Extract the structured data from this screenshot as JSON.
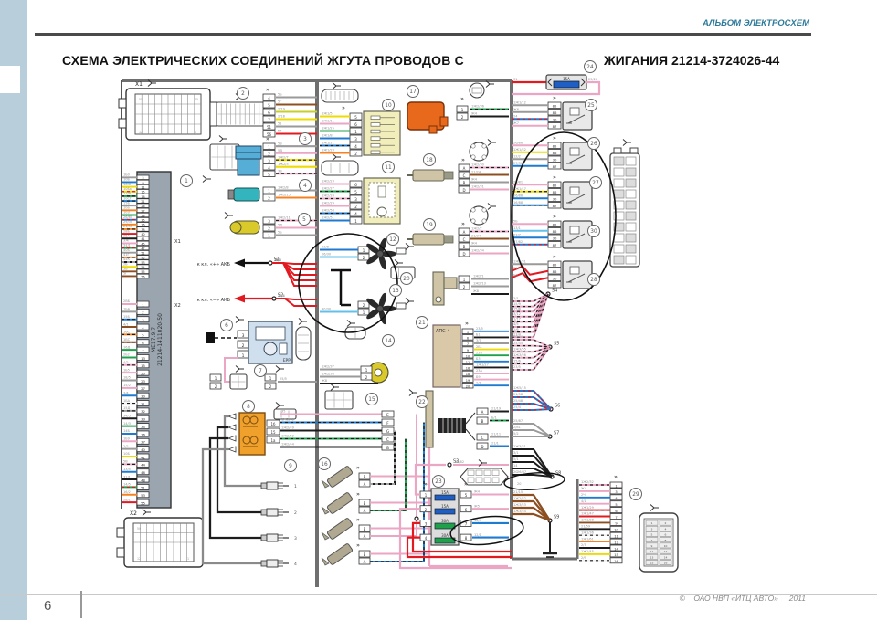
{
  "header": {
    "album_label": "АЛЬБОМ ЭЛЕКТРОСХЕМ"
  },
  "title": {
    "part1": "СХЕМА ЭЛЕКТРИЧЕСКИХ СОЕДИНЕНИЙ ЖГУТА ПРОВОДОВ С",
    "part2": "ЖИГАНИЯ 21214-3724026-44"
  },
  "footer": {
    "page_number": "6",
    "copyright": "©    ОАО НВП «ИТЦ АВТО»     2011"
  },
  "colors": {
    "trunk": "#6f6f6f",
    "pk": "#eba6c4",
    "rd": "#e11a22",
    "bl": "#1f7bd0",
    "lb": "#62c0ea",
    "gn": "#1fa14c",
    "ye": "#eedc00",
    "yg": "#c7cf2a",
    "or": "#f58220",
    "br": "#8c4f22",
    "gy": "#9a9a9a",
    "bk": "#1c1c1c",
    "wh": "#f2f2f2",
    "fuse_blue": "#1f5fc4",
    "fuse_green": "#1fa14c",
    "comp_yellow": "#f2eebc",
    "maf": "#56aed6",
    "teal": "#34b4bc",
    "sens_yellow": "#d9c92a",
    "coil": "#e8681c",
    "tan": "#cfc4a6",
    "aps": "#d9c9a8",
    "throttle": "#cfdfee",
    "relay": "#e9e9e9",
    "ecu": "#9aa5b0",
    "accent_blue": "#2d7a99",
    "sidebar": "#b9cedb"
  },
  "circled_ids": [
    "1",
    "2",
    "3",
    "4",
    "5",
    "6",
    "7",
    "8",
    "9",
    "10",
    "11",
    "12",
    "13",
    "14",
    "15",
    "16",
    "17",
    "18",
    "19",
    "20",
    "21",
    "22",
    "23",
    "24",
    "25",
    "26",
    "27",
    "28",
    "29",
    "30"
  ],
  "ecu": {
    "model": "МЕ17.9.7",
    "part": "21214-1411020-50",
    "icon_x1": "X1",
    "icon_x2": "X2",
    "bar_x1": "X1",
    "bar_x2": "X2",
    "x1_pins": [
      "5",
      "6",
      "11",
      "15",
      "16",
      "21",
      "26",
      "27",
      "28",
      "35",
      "36",
      "38",
      "40",
      "41",
      "45",
      "47",
      "51",
      "52",
      "53",
      "54",
      "55",
      "56"
    ],
    "x1_wires": [
      {
        "c": "gy",
        "t": "1Б0"
      },
      {
        "c": "bl",
        "t": "10Б"
      },
      {
        "c": "ye",
        "t": "10Ж"
      },
      {
        "c": "ye",
        "d": "rd",
        "t": "10Бк"
      },
      {
        "c": "gn",
        "d": "bk",
        "t": "2З/Ч"
      },
      {
        "c": "bl",
        "d": "bk",
        "t": "10СГ"
      },
      {
        "c": "gy",
        "t": "15Б"
      },
      {
        "c": "or",
        "t": "10а"
      },
      {
        "c": "gn",
        "t": "10З"
      },
      {
        "c": "bl",
        "d": "rd",
        "t": "26/60"
      },
      {
        "c": "or",
        "t": "29/30"
      },
      {
        "c": "or",
        "d": "bk",
        "t": "21/30"
      },
      {
        "c": "rd",
        "t": "28Б"
      },
      {
        "c": "bk",
        "t": "35А"
      },
      {
        "c": "pk",
        "t": "3Ж"
      },
      {
        "c": "gn",
        "d": "rd",
        "t": "34/1"
      },
      {
        "c": "gy",
        "t": "40Б"
      },
      {
        "c": "or",
        "d": "bk",
        "t": "41Г"
      },
      {
        "c": "bk",
        "d": "wh",
        "t": "45К"
      },
      {
        "c": "ye",
        "t": "2Б"
      },
      {
        "c": "br",
        "t": "5Б"
      },
      {
        "c": "br",
        "t": "5Г"
      }
    ],
    "x2_pins": [
      "1",
      "2",
      "3",
      "4",
      "5",
      "6",
      "7",
      "13",
      "15",
      "20",
      "23",
      "27",
      "30",
      "31",
      "32",
      "33",
      "35",
      "36",
      "37",
      "40",
      "41",
      "44",
      "46",
      "48",
      "51",
      "53",
      "55"
    ],
    "x2_wires": [
      {
        "c": "pk",
        "t": "2ВБ"
      },
      {
        "c": "gy",
        "t": "1БА"
      },
      {
        "c": "bl",
        "d": "bk",
        "t": "15Б"
      },
      {
        "c": "br",
        "t": "4/1"
      },
      {
        "c": "or",
        "d": "bk",
        "t": "16С"
      },
      {
        "c": "br",
        "d": "bk",
        "t": "1БС"
      },
      {
        "c": "gn",
        "t": "16Д"
      },
      {
        "c": "gn",
        "t": "2Б2"
      },
      {
        "c": "pk",
        "d": "bk",
        "t": "4/2"
      },
      {
        "c": "pk",
        "t": "1Б5"
      },
      {
        "c": "gy",
        "t": "18/5"
      },
      {
        "c": "pk",
        "t": "15/2"
      },
      {
        "c": "bl",
        "t": "3/4"
      },
      {
        "c": "wh",
        "d": "bk",
        "t": "1БА"
      },
      {
        "c": "gy",
        "d": "bk",
        "t": "15Д"
      },
      {
        "c": "bk",
        "t": "34/5"
      },
      {
        "c": "gn",
        "t": "14/3"
      },
      {
        "c": "bl",
        "t": "14Б"
      },
      {
        "c": "pk",
        "t": "1Б9"
      },
      {
        "c": "gy",
        "t": "2/2"
      },
      {
        "c": "ye",
        "t": "10Б"
      },
      {
        "c": "pk",
        "d": "bk",
        "t": "5В"
      },
      {
        "c": "bl",
        "t": "13/5"
      },
      {
        "c": "bk",
        "t": "31/1"
      },
      {
        "c": "gn",
        "d": "rd",
        "t": "14/5"
      },
      {
        "c": "or",
        "t": "16/2"
      },
      {
        "c": "rd",
        "t": "28/1"
      }
    ]
  },
  "battery": {
    "plus_label": "к кл. «+» АКБ",
    "minus_label": "к кл. «−» АКБ",
    "s1": "S1",
    "s2": "S2",
    "plus_wires": [
      {
        "c": "rd",
        "t": "22/8"
      },
      {
        "c": "rd",
        "t": "21/3"
      },
      {
        "c": "rd",
        "t": "24/2"
      },
      {
        "c": "rd",
        "t": "24/5"
      },
      {
        "c": "rd",
        "t": "26/3"
      }
    ],
    "minus_wires": [
      {
        "c": "rd",
        "t": "23/1"
      },
      {
        "c": "rd",
        "t": "23/4"
      }
    ]
  },
  "c2": {
    "pins": [
      "4",
      "5",
      "6",
      "7",
      "51",
      "56"
    ],
    "wires": [
      {
        "c": "gy",
        "t": "5Б"
      },
      {
        "c": "br",
        "t": "5Г"
      },
      {
        "c": "yg",
        "t": "2/19"
      },
      {
        "c": "ye",
        "t": "2/18"
      },
      {
        "c": "gy",
        "t": "51"
      },
      {
        "c": "rd",
        "t": "57"
      }
    ]
  },
  "c3": {
    "pins": [
      "1",
      "2",
      "3",
      "4",
      "5"
    ],
    "wires": [
      {
        "c": "gy",
        "t": "5В"
      },
      {
        "c": "pk",
        "t": "5Д"
      },
      {
        "c": "ye",
        "d": "bk",
        "t": "1Ж2/7"
      },
      {
        "c": "ye",
        "t": "1Ж2/3"
      },
      {
        "c": "pk",
        "d": "bk",
        "t": "3В"
      }
    ]
  },
  "c4": {
    "pins": [
      "1",
      "2"
    ],
    "wires": [
      {
        "c": "gy",
        "t": "1Ж2/8"
      },
      {
        "c": "or",
        "t": "1Ж2/15"
      }
    ]
  },
  "c5": {
    "pins": [
      "3",
      "2",
      "1"
    ],
    "wires": [
      {
        "c": "pk",
        "d": "bk",
        "t": "1Ж2/11"
      },
      {
        "c": "pk",
        "t": "5Д"
      },
      {
        "c": "gy",
        "t": "5Б"
      }
    ]
  },
  "c6": {
    "label": "ЕРР",
    "pins": [
      "3",
      "2",
      "1"
    ]
  },
  "c7": {
    "pins_a": [
      "1",
      "2"
    ],
    "pins_b": [
      "1",
      "2"
    ],
    "wire": {
      "c": "gy",
      "t": "25/5"
    }
  },
  "c8": {
    "pins": [
      "1б",
      "15",
      "1а"
    ],
    "bundle": [
      {
        "c": "pk",
        "t": "35"
      },
      {
        "c": "bl",
        "d": "bk",
        "t": "1Ж2/45"
      },
      {
        "c": "bk",
        "t": "1Ж2/49"
      },
      {
        "c": "gn",
        "d": "bk",
        "t": "1Ж2/52"
      },
      {
        "c": "bk",
        "t": "1Ж2/44"
      }
    ]
  },
  "c15": {
    "pins": [
      "E",
      "F",
      "G",
      "C",
      "B"
    ]
  },
  "spark": {
    "plugs": [
      "1",
      "2",
      "3",
      "4"
    ]
  },
  "c10": {
    "pins": [
      "5",
      "6",
      "1",
      "3",
      "4",
      "2"
    ],
    "wires": [
      {
        "c": "ye",
        "t": "1Ж1/5"
      },
      {
        "c": "pk",
        "t": "1Ж1/11"
      },
      {
        "c": "gn",
        "t": "1Ж1/25"
      },
      {
        "c": "bl",
        "t": "1Ж1/8"
      },
      {
        "c": "bl",
        "d": "bk",
        "t": "1Ж1/21"
      },
      {
        "c": "or",
        "t": "1Ж1/23"
      }
    ]
  },
  "c11": {
    "pins": [
      "6",
      "5",
      "3",
      "2",
      "4",
      "1"
    ],
    "wires": [
      {
        "c": "pk",
        "t": "1Ж2/23"
      },
      {
        "c": "gn",
        "d": "bk",
        "t": "1Ж2/27"
      },
      {
        "c": "pk",
        "d": "bk",
        "t": "1Ж2/26"
      },
      {
        "c": "pk",
        "t": "1Ж2/29"
      },
      {
        "c": "bl",
        "d": "bk",
        "t": "1Ж2/58"
      },
      {
        "c": "bl",
        "t": "1Ж2/51"
      }
    ]
  },
  "c12": {
    "pins1": [
      "1",
      "2"
    ],
    "pins2": [
      "2",
      "1"
    ],
    "wires1": [
      {
        "c": "bl",
        "t": "23/8"
      },
      {
        "c": "lb",
        "t": "26/30"
      }
    ],
    "wires2": [
      {
        "c": "lb",
        "t": "30/30"
      }
    ]
  },
  "c14": {
    "pins": [
      "1",
      "2"
    ],
    "wires": [
      {
        "c": "gy",
        "t": "1Ж2/37"
      },
      {
        "c": "gy",
        "t": "1Ж2/38"
      },
      {
        "c": "bk",
        "t": "Ж8"
      }
    ]
  },
  "c17": {
    "pins": [
      "1",
      "2"
    ],
    "wires": [
      {
        "c": "gn",
        "d": "bk",
        "t": "1Ж2/36"
      },
      {
        "c": "bk",
        "t": "Ж4"
      }
    ]
  },
  "c18": {
    "pins": [
      "A",
      "C",
      "B",
      "D"
    ],
    "wires": [
      {
        "c": "pk",
        "d": "bk",
        "t": "1Ж2/30"
      },
      {
        "c": "br",
        "t": "21/24"
      },
      {
        "c": "gy",
        "t": "Ж4"
      },
      {
        "c": "pk",
        "t": "1Ж2/31"
      }
    ]
  },
  "c19": {
    "pins": [
      "A",
      "C",
      "B",
      "D"
    ],
    "wires": [
      {
        "c": "pk",
        "d": "bk",
        "t": "1Ж2/2"
      },
      {
        "c": "br",
        "t": "21/34"
      },
      {
        "c": "gy",
        "t": "Ж4"
      },
      {
        "c": "pk",
        "t": "1Ж2/34"
      }
    ]
  },
  "c20": {
    "pins": [
      "1",
      "2"
    ],
    "wires": [
      {
        "c": "gy",
        "t": "1Ж2/1"
      },
      {
        "c": "gy",
        "t": "1Ж2/13"
      },
      {
        "c": "bk",
        "t": "Ж8"
      }
    ]
  },
  "c21": {
    "name": "АПС-4",
    "pins": [
      "1",
      "6",
      "7",
      "9",
      "10",
      "11",
      "16",
      "18",
      "19",
      "20"
    ],
    "wires": [
      {
        "c": "bl",
        "t": "23/5"
      },
      {
        "c": "bk",
        "t": "Б1"
      },
      {
        "c": "gy",
        "t": "3/7"
      },
      {
        "c": "ye",
        "t": "2Б1"
      },
      {
        "c": "gn",
        "t": "22Б"
      },
      {
        "c": "bl",
        "t": "Б3"
      },
      {
        "c": "bk",
        "t": "1Ж1/27"
      },
      {
        "c": "pk",
        "t": "23А"
      },
      {
        "c": "pk",
        "t": "Б9"
      },
      {
        "c": "bl",
        "t": "2/1"
      }
    ]
  },
  "c22": {
    "pins_ab": [
      "A",
      "B"
    ],
    "pins_cd": [
      "C",
      "D"
    ],
    "wires": [
      {
        "c": "bk",
        "t": "21/19"
      },
      {
        "c": "gn",
        "d": "bk",
        "t": "Б/1"
      },
      {
        "c": "gy",
        "t": "21/11"
      },
      {
        "c": "bl",
        "t": "21/1"
      }
    ]
  },
  "c16": {
    "pins": [
      "В",
      "А"
    ]
  },
  "fusebox": {
    "left_pins": [
      "1",
      "2",
      "3",
      "4"
    ],
    "right_pins": [
      "5",
      "6",
      "7",
      "8"
    ],
    "fuses": [
      {
        "r": "15А",
        "c": "fuse_blue"
      },
      {
        "r": "15А",
        "c": "fuse_blue"
      },
      {
        "r": "30А",
        "c": "fuse_green"
      },
      {
        "r": "30А",
        "c": "fuse_green"
      }
    ],
    "right_wires": [
      {
        "c": "pk",
        "t": "Ж4"
      },
      {
        "c": "pk",
        "t": "Ж5"
      },
      {
        "c": "bl",
        "t": "12/4"
      },
      {
        "c": "bl",
        "t": "12/1"
      }
    ],
    "s3": "S3",
    "s3_wire": {
      "c": "pk",
      "t": "26/82"
    }
  },
  "inline_fuse": {
    "rating": "15А",
    "wire_in": {
      "c": "rd",
      "t": "31"
    },
    "wire_out": {
      "c": "pk",
      "t": "25/26"
    }
  },
  "relays": {
    "pin_labels": [
      "85",
      "86",
      "30",
      "87"
    ],
    "items": [
      {
        "id": "25",
        "wires": [
          {
            "c": "gy",
            "t": "1Ж1/12"
          },
          {
            "c": "gy",
            "t": "Ж6"
          },
          {
            "c": "bl",
            "d": "rd",
            "t": "24"
          },
          {
            "c": "pk",
            "t": "Ж7"
          }
        ]
      },
      {
        "id": "26",
        "wires": [
          {
            "c": "pk",
            "t": "26/86"
          },
          {
            "c": "ye",
            "t": "1Ж1/52"
          },
          {
            "c": "gy",
            "t": "12/2"
          },
          {
            "c": "bl",
            "t": "27/30"
          }
        ]
      },
      {
        "id": "27",
        "wires": [
          {
            "c": "pk",
            "t": "26/81"
          },
          {
            "c": "ye",
            "d": "bk",
            "t": "1Ж1/47"
          },
          {
            "c": "bl",
            "t": "26/88"
          },
          {
            "c": "bl",
            "d": "bk",
            "t": "16/88"
          }
        ]
      },
      {
        "id": "30",
        "wires": [
          {
            "c": "pk",
            "t": "5Б"
          },
          {
            "c": "lb",
            "t": "13/1"
          },
          {
            "c": "bl",
            "t": "23/7"
          },
          {
            "c": "bl",
            "d": "rd",
            "t": "27/82"
          }
        ]
      },
      {
        "id": "28",
        "wires": [
          {
            "c": "gy",
            "t": "1Ж1/31"
          },
          {
            "c": "rd",
            "t": "Б1"
          },
          {
            "c": "rd",
            "t": "Б3"
          }
        ]
      }
    ]
  },
  "junctions": {
    "s4": {
      "id": "S4",
      "wires": [
        {
          "c": "pk",
          "d": "bk",
          "t": "3/1"
        },
        {
          "c": "pk",
          "d": "bk",
          "t": "15/9"
        },
        {
          "c": "pk",
          "d": "bk",
          "t": "15/8"
        },
        {
          "c": "pk",
          "d": "bk",
          "t": "3/12"
        },
        {
          "c": "pk",
          "d": "bk",
          "t": "1/17"
        },
        {
          "c": "pk",
          "d": "bk",
          "t": "4/5"
        },
        {
          "c": "pk",
          "d": "bk",
          "t": "2/6"
        },
        {
          "c": "pk",
          "d": "bk",
          "t": "23/4"
        }
      ]
    },
    "s5": {
      "id": "S5",
      "wires": [
        {
          "c": "pk",
          "d": "bk",
          "t": "30/80"
        },
        {
          "c": "pk",
          "d": "bk",
          "t": "25/45"
        },
        {
          "c": "pk",
          "d": "bk",
          "t": "1Ж3/55"
        },
        {
          "c": "pk",
          "d": "bk",
          "t": "1Ж3/56"
        },
        {
          "c": "pk",
          "d": "bk",
          "t": "15/6"
        },
        {
          "c": "pk",
          "d": "bk",
          "t": "23/5"
        }
      ]
    },
    "s6": {
      "id": "S6",
      "wires": [
        {
          "c": "bl",
          "d": "rd",
          "t": "1Ж5/15"
        },
        {
          "c": "bl",
          "d": "rd",
          "t": "21/58"
        },
        {
          "c": "bl",
          "d": "rd",
          "t": "25/48"
        },
        {
          "c": "bl",
          "d": "rd",
          "t": "25/4"
        }
      ]
    },
    "s7": {
      "id": "S7",
      "wires": [
        {
          "c": "gy",
          "t": "25/87"
        },
        {
          "c": "gy",
          "t": "2/81"
        },
        {
          "c": "gy",
          "t": "5/2"
        }
      ]
    },
    "s8": {
      "id": "S8",
      "wires": [
        {
          "c": "bk",
          "t": "1Ж3/31"
        },
        {
          "c": "bk",
          "t": "3/1"
        },
        {
          "c": "bk",
          "t": "5/1"
        },
        {
          "c": "bk",
          "t": "14"
        },
        {
          "c": "bk",
          "t": "20"
        }
      ],
      "oval_labels": [
        "26/87",
        "20"
      ]
    },
    "s9": {
      "id": "S9",
      "wires": [
        {
          "c": "br",
          "t": "21/15"
        },
        {
          "c": "br",
          "t": "1Ж2/52"
        },
        {
          "c": "br",
          "t": "1Ж3/53"
        },
        {
          "c": "br",
          "t": "1Ж3/54"
        }
      ]
    }
  },
  "c29": {
    "pins": [
      "1",
      "3",
      "4",
      "5",
      "6",
      "7",
      "9",
      "10",
      "11",
      "13",
      "14",
      "15",
      "16"
    ],
    "wires": [
      {
        "c": "pk",
        "d": "bk",
        "t": "1Ж2/32"
      },
      {
        "c": "pk",
        "t": "Ж4"
      },
      {
        "c": "bl",
        "t": "2Ч"
      },
      {
        "c": "pk",
        "t": "4/1"
      },
      {
        "c": "rd",
        "d": "bk",
        "t": "1Ж1/29"
      },
      {
        "c": "rd",
        "t": "1Ж1/47"
      },
      {
        "c": "br",
        "t": "1Ж1/28"
      },
      {
        "c": "bk",
        "t": "21/59"
      },
      {
        "c": "wh",
        "d": "bk",
        "t": "1Ж1/36"
      },
      {
        "c": "or",
        "t": "1Ж1/61"
      },
      {
        "c": "bk",
        "t": "2/7"
      },
      {
        "c": "ye",
        "t": "1Ж1/45"
      },
      {
        "c": "wh",
        "d": "bk",
        "t": "2/9"
      }
    ],
    "obd_pins": [
      "1",
      "2",
      "3",
      "4",
      "5",
      "6",
      "7",
      "8",
      "9",
      "10",
      "11",
      "12",
      "13",
      "14",
      "15",
      "16"
    ]
  }
}
